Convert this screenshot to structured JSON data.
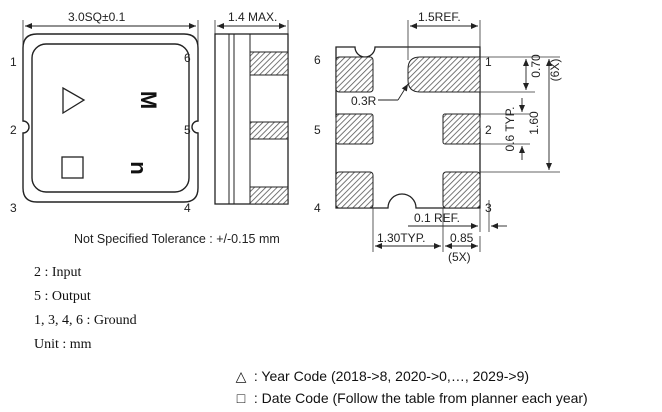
{
  "top_view": {
    "width_dim": "3.0SQ±0.1",
    "pins": [
      "1",
      "2",
      "3",
      "4",
      "5",
      "6"
    ],
    "marking_top": "M",
    "marking_bottom": "n"
  },
  "side_view": {
    "height_dim": "1.4 MAX."
  },
  "pad_view": {
    "pins": [
      "1",
      "2",
      "3",
      "4",
      "5",
      "6"
    ],
    "dim_ref_top": "1.5REF.",
    "dim_radius": "0.3R",
    "dim_070": "0.70",
    "dim_6x": "(6X)",
    "dim_06typ": "0.6 TYP.",
    "dim_160": "1.60",
    "dim_01ref": "0.1 REF.",
    "dim_130typ": "1.30TYP.",
    "dim_085": "0.85",
    "dim_5x": "(5X)"
  },
  "tolerance_note": "Not Specified Tolerance : +/-0.15 mm",
  "pin_notes": [
    "2 : Input",
    "5 : Output",
    "1, 3, 4, 6 : Ground",
    "Unit : mm"
  ],
  "legend": [
    {
      "icon": "triangle-icon",
      "symbol": "△",
      "text": ": Year Code (2018->8, 2020->0,…, 2029->9)"
    },
    {
      "icon": "square-icon",
      "symbol": "□",
      "text": ": Date Code (Follow the table from planner each year)"
    }
  ]
}
